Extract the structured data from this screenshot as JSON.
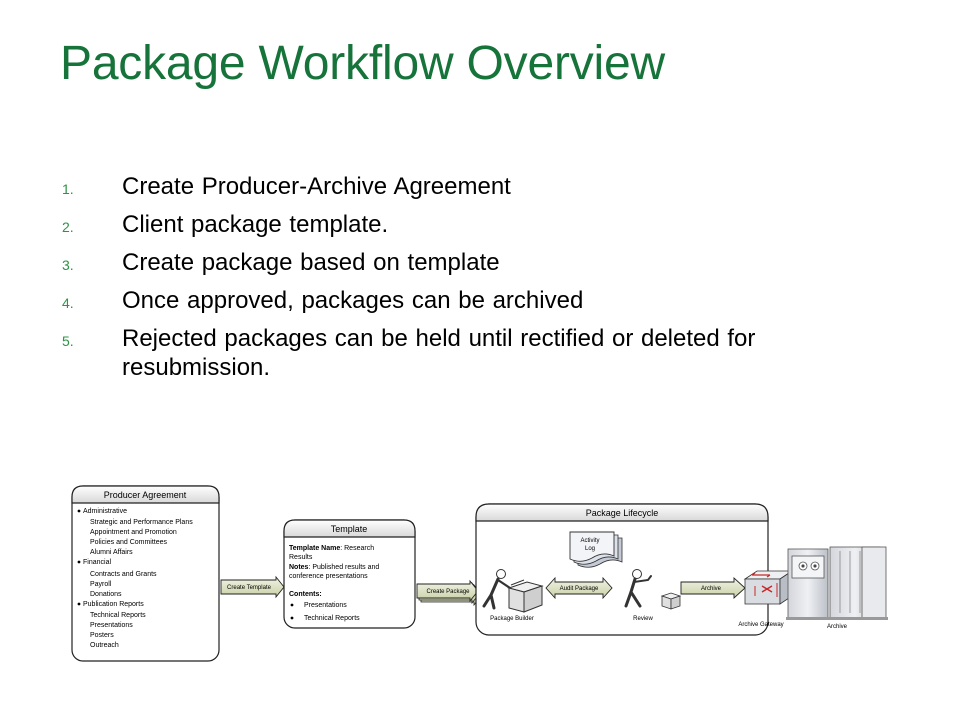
{
  "title": "Package Workflow Overview",
  "steps": [
    {
      "num": "1.",
      "text": "Create Producer-Archive Agreement"
    },
    {
      "num": "2.",
      "text": "Client package template."
    },
    {
      "num": "3.",
      "text": "Create package based on template"
    },
    {
      "num": "4.",
      "text": "Once approved, packages can be archived"
    },
    {
      "num": "5.",
      "text": "Rejected packages can be held until rectified or deleted for resubmission."
    }
  ],
  "diagram": {
    "producer_agreement": {
      "title": "Producer Agreement",
      "groups": [
        {
          "bullet": "Administrative",
          "items": [
            "Strategic and Performance Plans",
            "Appointment and Promotion",
            "Policies and Committees",
            "Alumni Affairs"
          ]
        },
        {
          "bullet": "Financial",
          "items": [
            "Contracts and Grants",
            "Payroll",
            "Donations"
          ]
        },
        {
          "bullet": "Publication Reports",
          "items": [
            "Technical Reports",
            "Presentations",
            "Posters",
            "Outreach"
          ]
        }
      ]
    },
    "create_template_label": "Create Template",
    "template": {
      "title": "Template",
      "name_label": "Template Name",
      "name_value": ": Research",
      "name_value2": "Results",
      "notes_label": "Notes",
      "notes_value": ": Published results and",
      "notes_value2": "conference presentations",
      "contents_label": "Contents:",
      "contents": [
        "Presentations",
        "Technical Reports"
      ]
    },
    "create_package_label": "Create Package",
    "lifecycle": {
      "title": "Package Lifecycle",
      "activity_log_line1": "Activity",
      "activity_log_line2": "Log",
      "package_builder_label": "Package Builder",
      "audit_package_label": "Audit Package",
      "review_label": "Review",
      "archive_arrow_label": "Archive",
      "archive_gateway_label": "Archive Gateway"
    },
    "archive_label": "Archive"
  }
}
